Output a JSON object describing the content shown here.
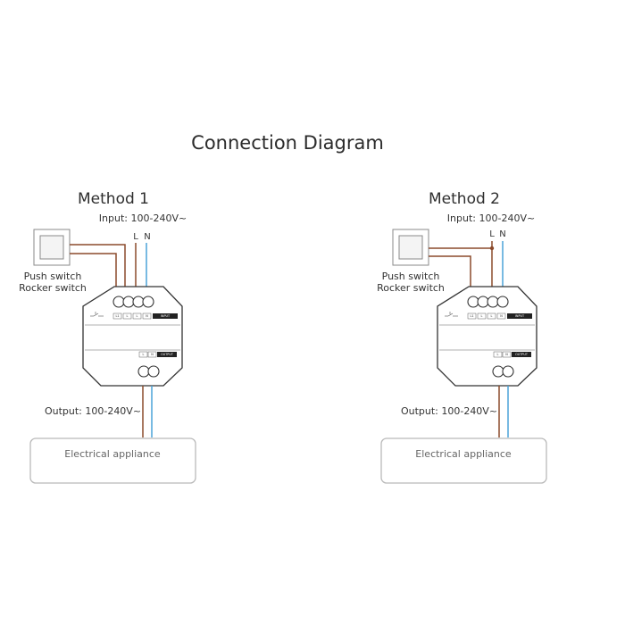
{
  "diagram_title": "Connection Diagram",
  "colors": {
    "live_wire": "#8b4a2b",
    "neutral_wire": "#4aa3d8",
    "device_outline": "#333333",
    "box_stroke": "#b9b9b9",
    "text": "#333333"
  },
  "methods": [
    {
      "title": "Method 1",
      "input_label": "Input: 100-240V~",
      "live_label": "L",
      "neutral_label": "N",
      "switch_label_1": "Push switch",
      "switch_label_2": "Rocker switch",
      "output_label": "Output: 100-240V~",
      "appliance_label": "Electrical appliance",
      "device": {
        "input_terminals": [
          "L1",
          "L",
          "L",
          "N"
        ],
        "input_badge": "INPUT",
        "output_terminals": [
          "L",
          "N"
        ],
        "output_badge": "OUTPUT"
      }
    },
    {
      "title": "Method 2",
      "input_label": "Input: 100-240V~",
      "live_label": "L",
      "neutral_label": "N",
      "switch_label_1": "Push switch",
      "switch_label_2": "Rocker switch",
      "output_label": "Output: 100-240V~",
      "appliance_label": "Electrical appliance",
      "device": {
        "input_terminals": [
          "L1",
          "L",
          "L",
          "N"
        ],
        "input_badge": "INPUT",
        "output_terminals": [
          "L",
          "N"
        ],
        "output_badge": "OUTPUT"
      }
    }
  ]
}
